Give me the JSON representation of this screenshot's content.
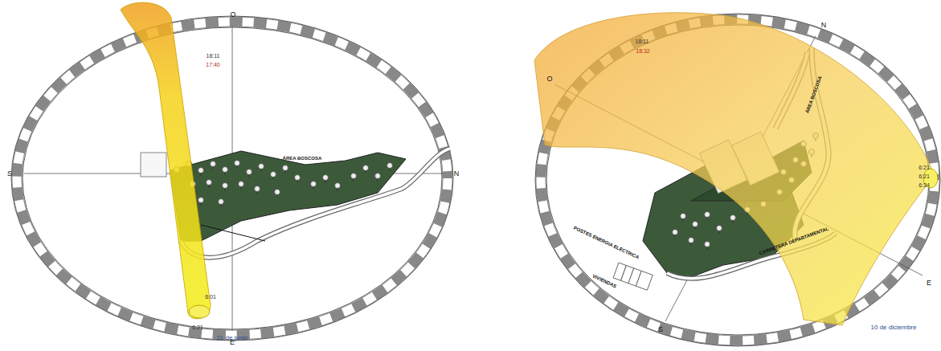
{
  "diagram": {
    "labels": [
      "O",
      "S",
      "N",
      "E",
      "18:11",
      "17:40",
      "6:01",
      "6:21",
      "21 de junio",
      "ÁREA BOSCOSA",
      "O",
      "N",
      "S",
      "E",
      "18:11",
      "18:32",
      "6:21",
      "6:21",
      "6:34",
      "10 de diciembre",
      "ÁREA BOSCOSA",
      "POSTES ENERGIA ELECTRICA",
      "VIVIENDAS",
      "CARRETERA DEPARTAMENTAL"
    ]
  }
}
